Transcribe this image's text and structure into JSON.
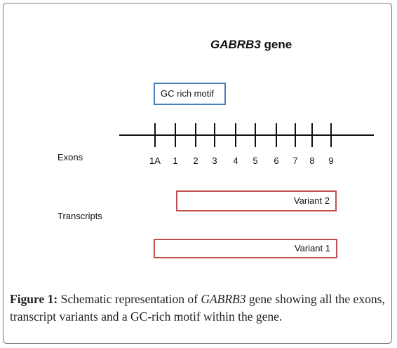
{
  "title": {
    "gene": "GABRB3",
    "suffix": "gene"
  },
  "motif_label": "GC rich motif",
  "row_labels": {
    "exons": "Exons",
    "transcripts": "Transcripts"
  },
  "exons": [
    "1A",
    "1",
    "2",
    "3",
    "4",
    "5",
    "6",
    "7",
    "8",
    "9"
  ],
  "variants": [
    "Variant 2",
    "Variant 1"
  ],
  "caption": {
    "figure": "Figure 1:",
    "text_before": "Schematic representation of",
    "gene": "GABRB3",
    "text_after": "gene showing all the exons, transcript variants and a GC-rich motif within the gene."
  },
  "colors": {
    "motif_border": "#4a7ebb",
    "variant_border": "#c0504d",
    "frame": "#7a7a7a"
  }
}
